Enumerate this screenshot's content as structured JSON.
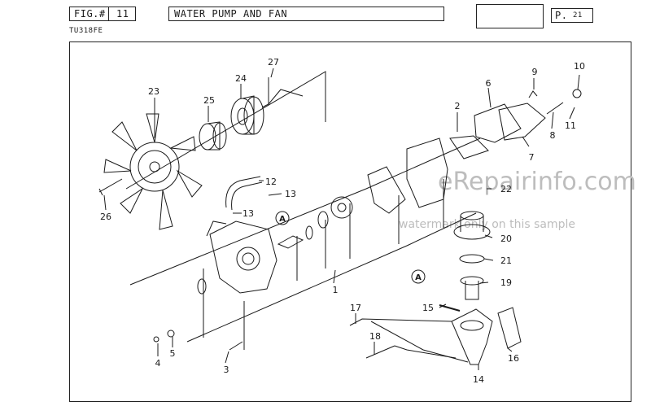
{
  "header": {
    "fig_label": "FIG.#",
    "fig_number": "11",
    "title": "WATER PUMP AND FAN",
    "page_label": "P.",
    "page_number": "21",
    "model": "TU318FE"
  },
  "watermarks": {
    "site": "eRepairinfo.com",
    "note": "watermark only on this sample"
  },
  "callouts": [
    "1",
    "3",
    "4",
    "5",
    "6",
    "7",
    "8",
    "9",
    "10",
    "11",
    "12",
    "13",
    "13",
    "14",
    "15",
    "16",
    "17",
    "18",
    "19",
    "20",
    "21",
    "22",
    "23",
    "24",
    "25",
    "26",
    "27"
  ],
  "reference_marks": [
    "A",
    "A"
  ],
  "colors": {
    "ink": "#1a1a1a",
    "watermark": "#bdbdbd",
    "paper": "#ffffff"
  }
}
